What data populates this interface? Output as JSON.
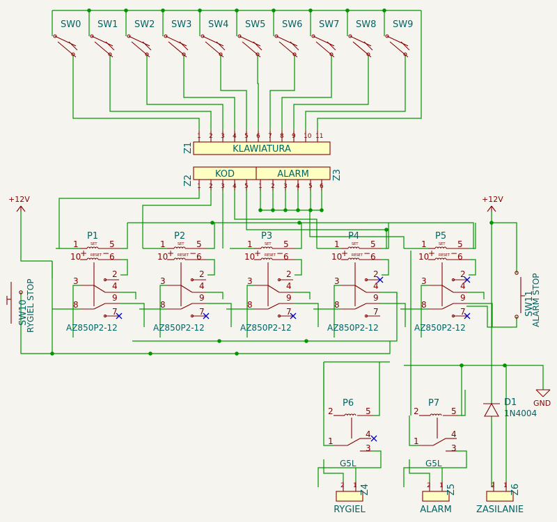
{
  "switches": [
    {
      "ref": "SW0"
    },
    {
      "ref": "SW1"
    },
    {
      "ref": "SW2"
    },
    {
      "ref": "SW3"
    },
    {
      "ref": "SW4"
    },
    {
      "ref": "SW5"
    },
    {
      "ref": "SW6"
    },
    {
      "ref": "SW7"
    },
    {
      "ref": "SW8"
    },
    {
      "ref": "SW9"
    }
  ],
  "z1": {
    "ref": "Z1",
    "label": "KLAWIATURA",
    "pins": [
      "1",
      "2",
      "3",
      "4",
      "5",
      "6",
      "7",
      "8",
      "9",
      "10",
      "11"
    ]
  },
  "z2": {
    "ref": "Z2",
    "label": "KOD",
    "pins": [
      "1",
      "2",
      "3",
      "4",
      "5"
    ]
  },
  "z3": {
    "ref": "Z3",
    "label": "ALARM",
    "pins": [
      "1",
      "2",
      "3",
      "4",
      "5",
      "6"
    ]
  },
  "power": {
    "vcc1": "+12V",
    "vcc2": "+12V",
    "gnd": "GND"
  },
  "sw10": {
    "ref": "SW10",
    "value": "RYGIEL STOP"
  },
  "sw11": {
    "ref": "SW11",
    "value": "ALARM STOP"
  },
  "relays": [
    {
      "ref": "P1",
      "value": "AZ850P2-12"
    },
    {
      "ref": "P2",
      "value": "AZ850P2-12"
    },
    {
      "ref": "P3",
      "value": "AZ850P2-12"
    },
    {
      "ref": "P4",
      "value": "AZ850P2-12"
    },
    {
      "ref": "P5",
      "value": "AZ850P2-12"
    }
  ],
  "relay_pins": {
    "p1": "1",
    "p5": "5",
    "p10": "10",
    "p6": "6",
    "p3": "3",
    "p2": "2",
    "p4": "4",
    "p8": "8",
    "p9": "9",
    "p7": "7",
    "set": "SET",
    "reset": "RESET",
    "plus": "+",
    "minus": "−"
  },
  "small_relays": [
    {
      "ref": "P6",
      "value": "G5L"
    },
    {
      "ref": "P7",
      "value": "G5L"
    }
  ],
  "small_relay_pins": {
    "p2": "2",
    "p5": "5",
    "p1": "1",
    "p4": "4",
    "p3": "3"
  },
  "diode": {
    "ref": "D1",
    "value": "1N4004"
  },
  "z4": {
    "ref": "Z4",
    "label": "RYGIEL",
    "pins": [
      "2",
      "1"
    ]
  },
  "z5": {
    "ref": "Z5",
    "label": "ALARM",
    "pins": [
      "2",
      "1"
    ]
  },
  "z6": {
    "ref": "Z6",
    "label": "ZASILANIE",
    "pins": [
      "2",
      "1"
    ]
  }
}
